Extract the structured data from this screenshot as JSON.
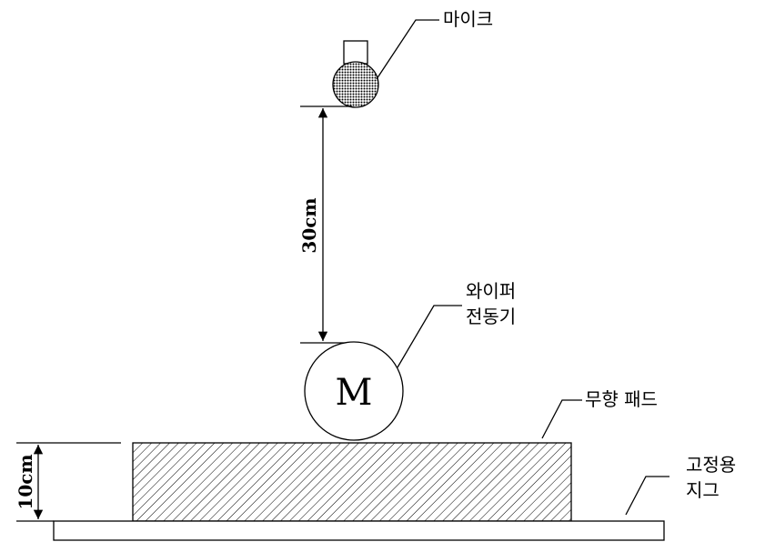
{
  "labels": {
    "microphone": "마이크",
    "motor_line1": "와이퍼",
    "motor_line2": "전동기",
    "motor_symbol": "M",
    "pad": "무향 패드",
    "jig_line1": "고정용",
    "jig_line2": "지그",
    "dim_mic_to_motor": "30cm",
    "dim_pad_height": "10cm"
  },
  "colors": {
    "ink": "#000000",
    "background": "#ffffff"
  }
}
